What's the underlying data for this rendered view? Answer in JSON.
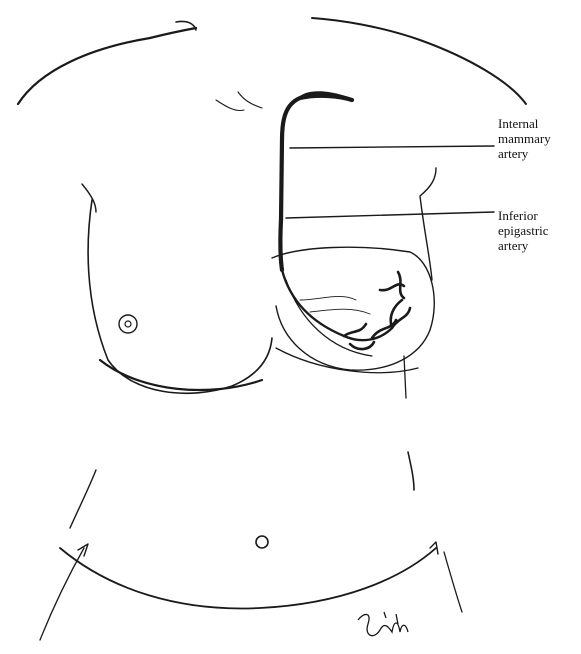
{
  "labels": {
    "internal_mammary": [
      "Internal",
      "mammary",
      "artery"
    ],
    "inferior_epigastric": [
      "Inferior",
      "epigastric",
      "artery"
    ]
  },
  "signature": "Smith",
  "colors": {
    "ink": "#111111",
    "background": "#ffffff"
  }
}
